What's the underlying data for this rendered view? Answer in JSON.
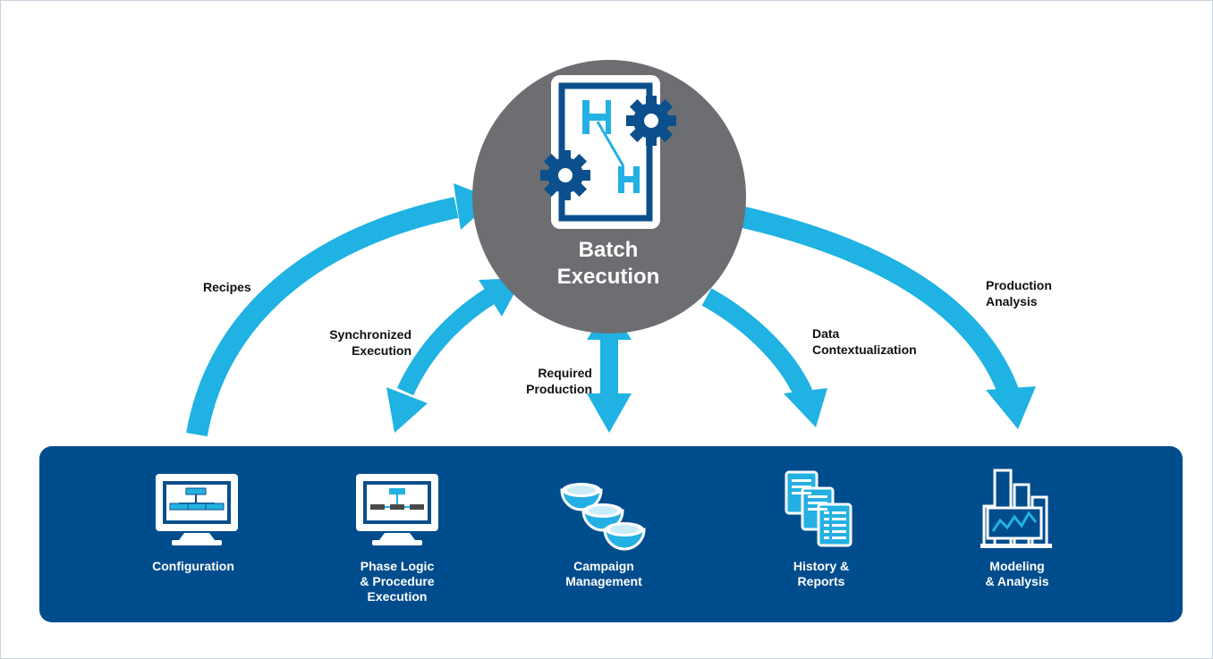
{
  "colors": {
    "arrow": "#1fb2e2",
    "band": "#004d8e",
    "hub": "#6c6e72",
    "icon_dark": "#0b4f8c",
    "icon_light": "#24b0e3"
  },
  "hub": {
    "label_line1": "Batch",
    "label_line2": "Execution",
    "icon": "batch-recipe-gears-icon"
  },
  "arrows": [
    {
      "label_lines": [
        "Recipes"
      ]
    },
    {
      "label_lines": [
        "Synchronized",
        "Execution"
      ]
    },
    {
      "label_lines": [
        "Required",
        "Production"
      ]
    },
    {
      "label_lines": [
        "Data",
        "Contextualization"
      ]
    },
    {
      "label_lines": [
        "Production",
        "Analysis"
      ]
    }
  ],
  "modules": [
    {
      "label_lines": [
        "Configuration"
      ],
      "icon": "monitor-flowchart-icon"
    },
    {
      "label_lines": [
        "Phase Logic",
        "& Procedure",
        "Execution"
      ],
      "icon": "monitor-phase-logic-icon"
    },
    {
      "label_lines": [
        "Campaign",
        "Management"
      ],
      "icon": "bowls-icon"
    },
    {
      "label_lines": [
        "History &",
        "Reports"
      ],
      "icon": "report-documents-icon"
    },
    {
      "label_lines": [
        "Modeling",
        "& Analysis"
      ],
      "icon": "bar-chart-icon"
    }
  ]
}
